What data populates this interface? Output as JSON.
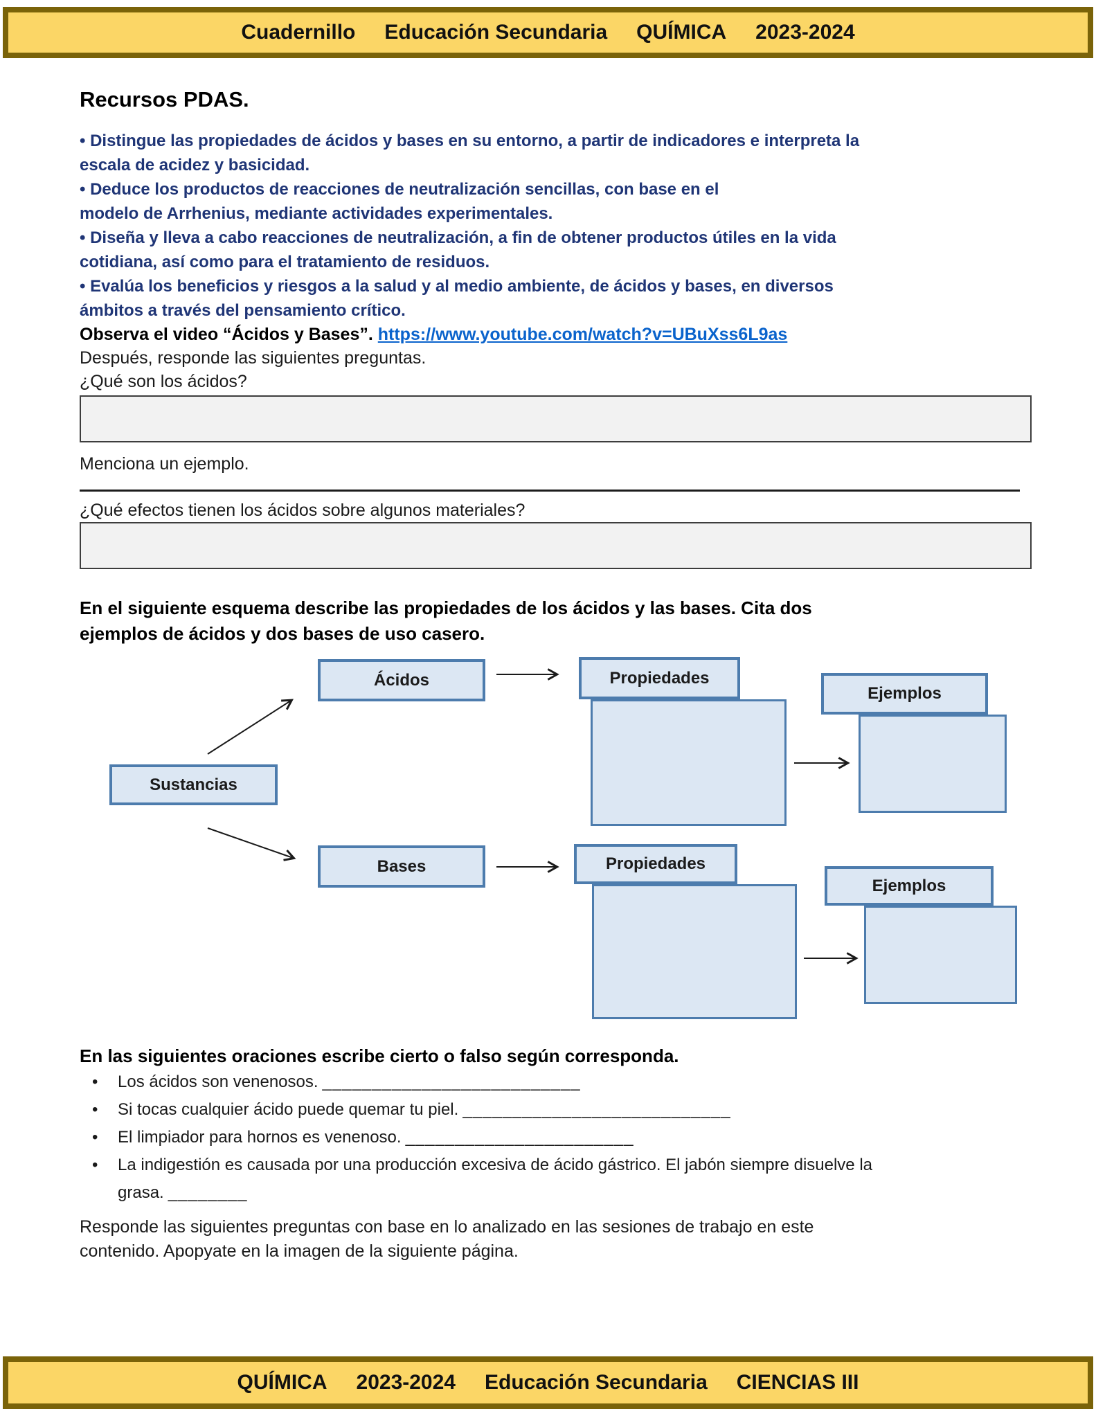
{
  "banner_top": [
    "Cuadernillo",
    "Educación Secundaria",
    "QUÍMICA",
    "2023-2024"
  ],
  "banner_bottom": [
    "QUÍMICA",
    "2023-2024",
    "Educación Secundaria",
    "CIENCIAS III"
  ],
  "recursos": {
    "title": "Recursos PDAS.",
    "bullets": [
      "• Distingue las propiedades de ácidos y bases en su entorno, a partir de indicadores e interpreta la\nescala de acidez y basicidad.",
      "• Deduce los productos de reacciones de neutralización sencillas, con base en el\nmodelo de Arrhenius, mediante actividades experimentales.",
      "• Diseña y lleva a cabo reacciones de neutralización, a fin de obtener productos útiles en la vida\ncotidiana, así como para el tratamiento de residuos.",
      "• Evalúa los beneficios y riesgos a la salud y al medio ambiente, de ácidos y bases, en diversos\námbitos a través del pensamiento crítico."
    ]
  },
  "video": {
    "label": "Observa el video “Ácidos y Bases”.",
    "link": "https://www.youtube.com/watch?v=UBuXss6L9as"
  },
  "questions": {
    "intro": "Después, responde las siguientes preguntas.",
    "q1": "¿Qué son los ácidos?",
    "q2": "Menciona un ejemplo.",
    "q3": "¿Qué efectos tienen los ácidos sobre algunos materiales?"
  },
  "esquema": {
    "instruction": "En el siguiente esquema describe las propiedades de los ácidos y las bases. Cita dos\nejemplos de ácidos y dos bases de uso casero.",
    "nodes": {
      "sustancias": "Sustancias",
      "acidos": "Ácidos",
      "bases": "Bases",
      "propiedades_acidos": "Propiedades",
      "ejemplos_acidos": "Ejemplos",
      "propiedades_bases": "Propiedades",
      "ejemplos_bases": "Ejemplos"
    }
  },
  "cierto_falso": {
    "instruction": "En las siguientes oraciones escribe cierto o falso según corresponda.",
    "bullet": "•",
    "items": [
      {
        "text": "Los ácidos son venenosos.",
        "blank": "__________________________"
      },
      {
        "text": "Si tocas cualquier ácido puede quemar tu piel.",
        "blank": "___________________________"
      },
      {
        "text": "El limpiador para hornos es venenoso.",
        "blank": "_______________________"
      },
      {
        "text": "La indigestión es causada por una producción excesiva de ácido gástrico. El jabón siempre disuelve la\ngrasa.",
        "blank": "________"
      }
    ]
  },
  "closing": "Responde las siguientes preguntas con base en lo analizado en las sesiones de trabajo en este\ncontenido. Apopyate en la imagen de la siguiente página.",
  "colors": {
    "banner_fill": "#fbd666",
    "banner_border": "#7a6309",
    "pda_text": "#1f3576",
    "link": "#0a63cc",
    "diagram_fill": "#dce7f3",
    "diagram_border": "#4d7cad",
    "answer_box_fill": "#f2f2f2"
  }
}
